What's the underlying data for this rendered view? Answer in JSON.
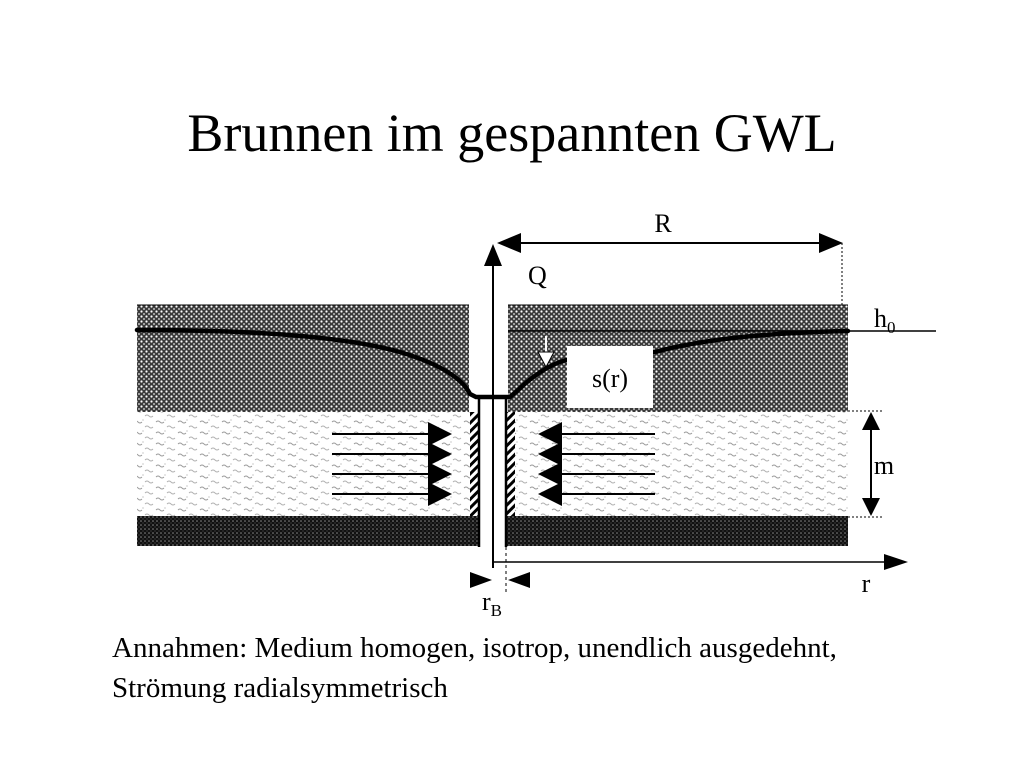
{
  "slide": {
    "title": "Brunnen im gespannten GWL"
  },
  "diagram": {
    "labels": {
      "radius_of_influence": "R",
      "pumping_rate": "Q",
      "initial_head_symbol": "h",
      "initial_head_subscript": "0",
      "drawdown": "s(r)",
      "aquifer_thickness": "m",
      "radial_coordinate": "r",
      "well_radius_symbol": "r",
      "well_radius_subscript": "B"
    }
  },
  "caption": {
    "line_1": "Annahmen: Medium homogen, isotrop, unendlich ausgedehnt,",
    "line_2": "Strömung radialsymmetrisch"
  }
}
